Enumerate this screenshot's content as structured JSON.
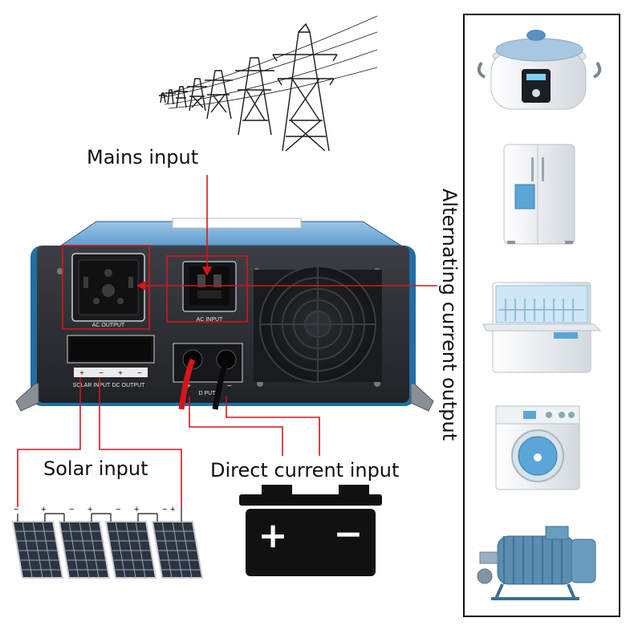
{
  "labels": {
    "mains_input": "Mains input",
    "solar_input": "Solar input",
    "dc_input": "Direct current input",
    "ac_output_side": "Alternating current output"
  },
  "panel_text": {
    "ac_output": "AC OUTPUT",
    "ac_input": "AC INPUT",
    "solar_input": "SOLAR INPUT",
    "dc_output": "DC OUTPUT",
    "dc_input": "D PUT",
    "plus": "+",
    "minus": "−"
  },
  "battery": {
    "plus": "+",
    "minus": "−"
  },
  "solar_panels": [
    {
      "plus": "+",
      "minus": "−"
    },
    {
      "plus": "+",
      "minus": "−"
    },
    {
      "plus": "+",
      "minus": "−"
    },
    {
      "plus": "+",
      "minus": "−"
    }
  ],
  "appliances": [
    {
      "icon": "rice-cooker-icon"
    },
    {
      "icon": "refrigerator-icon"
    },
    {
      "icon": "dishwasher-icon"
    },
    {
      "icon": "washing-machine-icon"
    },
    {
      "icon": "electric-motor-icon"
    }
  ],
  "colors": {
    "callout_red": "#d8141b",
    "inverter_body": "#2b2e33",
    "inverter_blue": "#1f6fa5",
    "battery": "#111111",
    "solar_cell": "#2c3442"
  }
}
